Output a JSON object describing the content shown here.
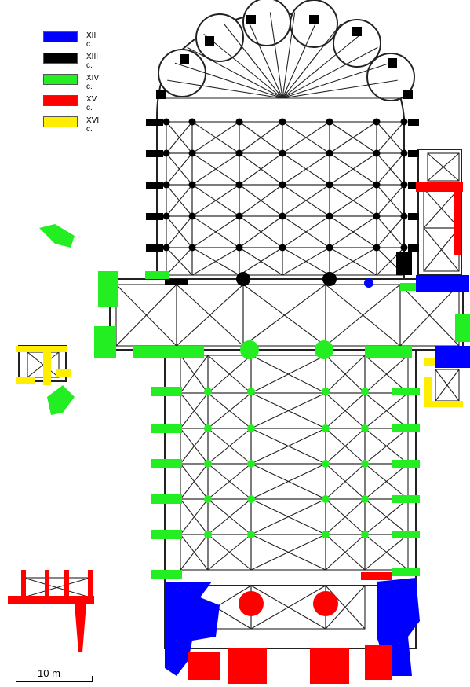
{
  "legend": {
    "items": [
      {
        "label": "XII c.",
        "color": "#0000ff"
      },
      {
        "label": "XIII c.",
        "color": "#000000"
      },
      {
        "label": "XIV c.",
        "color": "#22ee22"
      },
      {
        "label": "XV c.",
        "color": "#ff0000"
      },
      {
        "label": "XVI c.",
        "color": "#ffee00"
      }
    ]
  },
  "scale": {
    "label": "10 m"
  },
  "colors": {
    "c12": "#0000ff",
    "c13": "#000000",
    "c14": "#22ee22",
    "c15": "#ff0000",
    "c16": "#ffee00",
    "line": "#222222",
    "fill": "#ffffff"
  }
}
